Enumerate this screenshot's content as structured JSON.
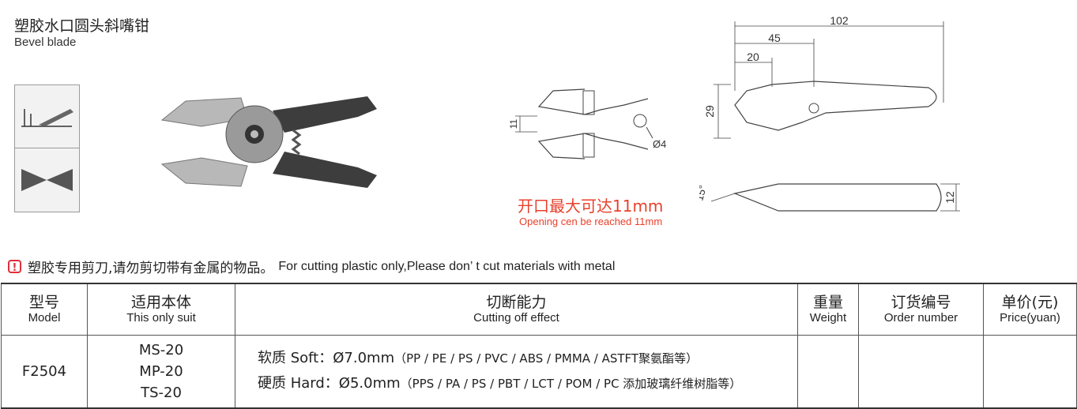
{
  "header": {
    "title_cn": "塑胶水口圆头斜嘴钳",
    "title_en": "Bevel blade"
  },
  "icons": {
    "icon1": "bevel-blade-side-icon",
    "icon2": "v-notch-icon"
  },
  "drawing": {
    "dim_102": "102",
    "dim_45": "45",
    "dim_20": "20",
    "dim_29": "29",
    "dim_11": "11",
    "dim_4": "Ø4",
    "dim_15": "15°",
    "dim_12": "12"
  },
  "opening": {
    "cn": "开口最大可达11mm",
    "en": "Opening cen be reached 11mm"
  },
  "warning": {
    "icon": "!",
    "cn": "塑胶专用剪刀,请勿剪切带有金属的物品。",
    "en": "For cutting plastic only,Please don’ t cut materials with metal"
  },
  "table": {
    "headers": [
      {
        "cn": "型号",
        "en": "Model"
      },
      {
        "cn": "适用本体",
        "en": "This only suit"
      },
      {
        "cn": "切断能力",
        "en": "Cutting off effect"
      },
      {
        "cn": "重量",
        "en": "Weight"
      },
      {
        "cn": "订货编号",
        "en": "Order number"
      },
      {
        "cn": "单价(元)",
        "en": "Price(yuan)"
      }
    ],
    "rows": [
      {
        "model": "F2504",
        "suit": [
          "MS-20",
          "MP-20",
          "TS-20"
        ],
        "soft_label": "软质 Soft：Ø7.0mm",
        "soft_materials": "（PP / PE / PS / PVC / ABS / PMMA / ASTFT聚氨酯等）",
        "hard_label": "硬质 Hard：Ø5.0mm",
        "hard_materials": "（PPS / PA / PS / PBT / LCT / POM / PC 添加玻璃纤维树脂等）",
        "weight": "",
        "order_number": "",
        "price": ""
      }
    ]
  },
  "colors": {
    "accent_red": "#e8412c",
    "warning_red": "#e0303a",
    "border": "#555555"
  }
}
